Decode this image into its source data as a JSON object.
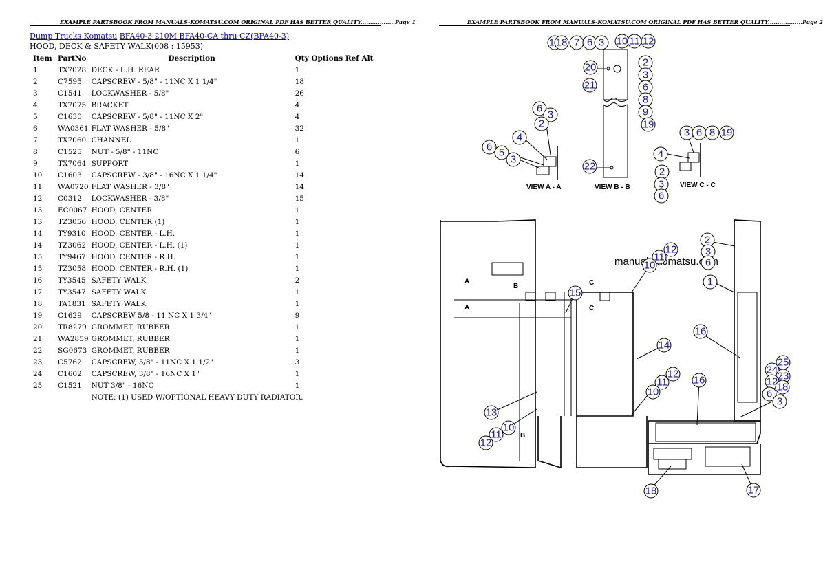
{
  "headers": {
    "left": "EXAMPLE PARTSBOOK FROM MANUALS-KOMATSU.COM ORIGINAL PDF HAS BETTER QUALITY..................Page 1",
    "right": "EXAMPLE PARTSBOOK FROM MANUALS-KOMATSU.COM ORIGINAL PDF HAS BETTER QUALITY..................Page 2"
  },
  "breadcrumb": {
    "link1": "Dump Trucks Komatsu",
    "link2": "BFA40-3 210M BFA40-CA thru CZ(BFA40-3)"
  },
  "section_title": "HOOD, DECK & SAFETY WALK(008 : 15953)",
  "table": {
    "headers": {
      "item": "Item",
      "partno": "PartNo",
      "description": "Description",
      "qty": "Qty Options Ref Alt"
    },
    "rows": [
      {
        "item": "1",
        "partno": "TX7028",
        "description": "DECK - L.H. REAR",
        "qty": "1"
      },
      {
        "item": "2",
        "partno": "C7595",
        "description": "CAPSCREW - 5/8\" - 11NC X 1 1/4\"",
        "qty": "18"
      },
      {
        "item": "3",
        "partno": "C1541",
        "description": "LOCKWASHER - 5/8\"",
        "qty": "26"
      },
      {
        "item": "4",
        "partno": "TX7075",
        "description": "BRACKET",
        "qty": "4"
      },
      {
        "item": "5",
        "partno": "C1630",
        "description": "CAPSCREW - 5/8\" - 11NC X 2\"",
        "qty": "4"
      },
      {
        "item": "6",
        "partno": "WA0361",
        "description": "FLAT WASHER - 5/8\"",
        "qty": "32"
      },
      {
        "item": "7",
        "partno": "TX7060",
        "description": "CHANNEL",
        "qty": "1"
      },
      {
        "item": "8",
        "partno": "C1525",
        "description": "NUT - 5/8\" - 11NC",
        "qty": "6"
      },
      {
        "item": "9",
        "partno": "TX7064",
        "description": "SUPPORT",
        "qty": "1"
      },
      {
        "item": "10",
        "partno": "C1603",
        "description": "CAPSCREW - 3/8\" - 16NC X 1 1/4\"",
        "qty": "14"
      },
      {
        "item": "11",
        "partno": "WA0720",
        "description": "FLAT WASHER - 3/8\"",
        "qty": "14"
      },
      {
        "item": "12",
        "partno": "C0312",
        "description": "LOCKWASHER - 3/8\"",
        "qty": "15"
      },
      {
        "item": "13",
        "partno": "EC0067",
        "description": "HOOD, CENTER",
        "qty": "1"
      },
      {
        "item": "13",
        "partno": "TZ3056",
        "description": "HOOD, CENTER (1)",
        "qty": "1"
      },
      {
        "item": "14",
        "partno": "TY9310",
        "description": "HOOD, CENTER - L.H.",
        "qty": "1"
      },
      {
        "item": "14",
        "partno": "TZ3062",
        "description": "HOOD, CENTER - L.H. (1)",
        "qty": "1"
      },
      {
        "item": "15",
        "partno": "TY9467",
        "description": "HOOD, CENTER - R.H.",
        "qty": "1"
      },
      {
        "item": "15",
        "partno": "TZ3058",
        "description": "HOOD, CENTER - R.H. (1)",
        "qty": "1"
      },
      {
        "item": "16",
        "partno": "TY3545",
        "description": "SAFETY WALK",
        "qty": "2"
      },
      {
        "item": "17",
        "partno": "TY3547",
        "description": "SAFETY WALK",
        "qty": "1"
      },
      {
        "item": "18",
        "partno": "TA1831",
        "description": "SAFETY WALK",
        "qty": "1"
      },
      {
        "item": "19",
        "partno": "C1629",
        "description": "CAPSCREW 5/8 - 11 NC X 1 3/4\"",
        "qty": "9"
      },
      {
        "item": "20",
        "partno": "TR8279",
        "description": "GROMMET, RUBBER",
        "qty": "1"
      },
      {
        "item": "21",
        "partno": "WA2859",
        "description": "GROMMET, RUBBER",
        "qty": "1"
      },
      {
        "item": "22",
        "partno": "SG0673",
        "description": "GROMMET, RUBBER",
        "qty": "1"
      },
      {
        "item": "23",
        "partno": "C5762",
        "description": "CAPSCREW, 5/8\" - 11NC X 1 1/2\"",
        "qty": "3"
      },
      {
        "item": "24",
        "partno": "C1602",
        "description": "CAPSCREW, 3/8\" - 16NC X 1\"",
        "qty": "1"
      },
      {
        "item": "25",
        "partno": "C1521",
        "description": "NUT 3/8\" - 16NC",
        "qty": "1"
      }
    ],
    "note": "NOTE: (1) USED W/OPTIONAL HEAVY DUTY RADIATOR."
  },
  "diagram": {
    "view_labels": [
      "VIEW A - A",
      "VIEW B - B",
      "VIEW C - C"
    ],
    "watermark": "manuals-komatsu.com",
    "section_letters": [
      "A",
      "A",
      "B",
      "B",
      "C",
      "C"
    ],
    "callouts": [
      "19",
      "18",
      "7",
      "6",
      "3",
      "10",
      "11",
      "12",
      "20",
      "21",
      "2",
      "3",
      "6",
      "8",
      "9",
      "19",
      "6",
      "3",
      "2",
      "4",
      "6",
      "5",
      "3",
      "22",
      "3",
      "6",
      "8",
      "19",
      "4",
      "2",
      "3",
      "6",
      "2",
      "3",
      "6",
      "1",
      "12",
      "11",
      "10",
      "15",
      "16",
      "14",
      "16",
      "12",
      "11",
      "10",
      "13",
      "10",
      "11",
      "12",
      "25",
      "24",
      "23",
      "12",
      "18",
      "6",
      "3",
      "18",
      "17"
    ]
  }
}
